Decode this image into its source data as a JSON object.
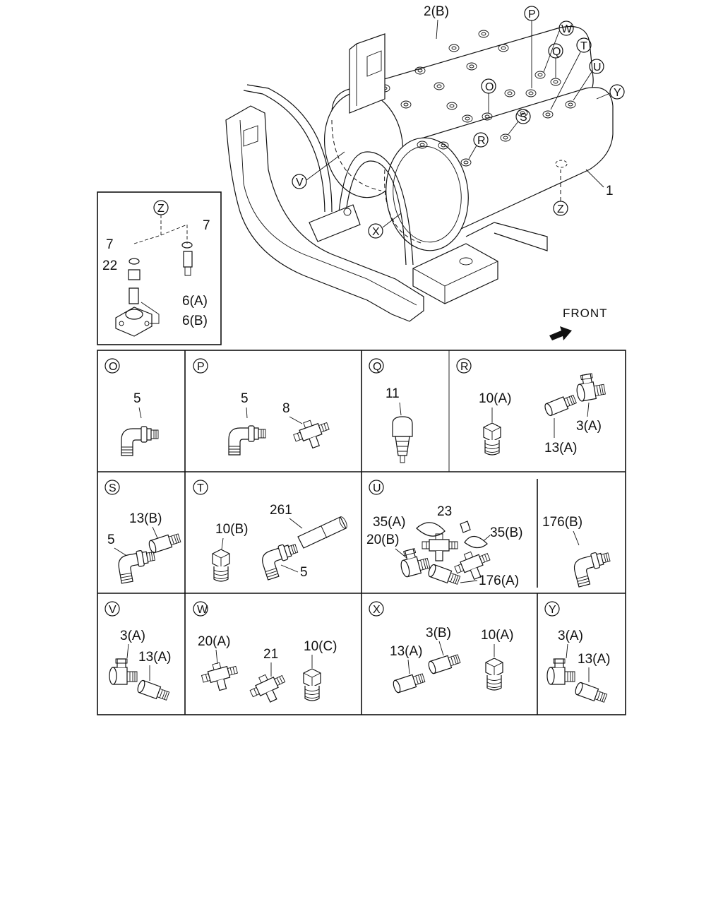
{
  "front_label": "FRONT",
  "main_callouts": {
    "tank_2b": "2(B)",
    "tank_1": "1",
    "P": "P",
    "W": "W",
    "Q": "Q",
    "T": "T",
    "U": "U",
    "Y": "Y",
    "O": "O",
    "S": "S",
    "R": "R",
    "V": "V",
    "X": "X",
    "Z": "Z"
  },
  "inset": {
    "key": "Z",
    "labels": {
      "washer_left": "7",
      "washer_right": "7",
      "nut": "22",
      "valve": "6(A)",
      "base": "6(B)"
    }
  },
  "panels": [
    {
      "key": "O",
      "labels": [
        "5"
      ]
    },
    {
      "key": "P",
      "labels": [
        "5",
        "8"
      ]
    },
    {
      "key": "Q",
      "labels": [
        "11"
      ]
    },
    {
      "key": "R",
      "labels": [
        "10(A)",
        "3(A)",
        "13(A)"
      ]
    },
    {
      "key": "S",
      "labels": [
        "13(B)",
        "5"
      ]
    },
    {
      "key": "T",
      "labels": [
        "261",
        "10(B)",
        "5"
      ]
    },
    {
      "key": "U",
      "labels": [
        "35(A)",
        "23",
        "20(B)",
        "35(B)",
        "176(A)"
      ]
    },
    {
      "key": "U2",
      "labels": [
        "176(B)"
      ]
    },
    {
      "key": "V",
      "labels": [
        "3(A)",
        "13(A)"
      ]
    },
    {
      "key": "W",
      "labels": [
        "20(A)",
        "21",
        "10(C)"
      ]
    },
    {
      "key": "X",
      "labels": [
        "3(B)",
        "13(A)",
        "10(A)"
      ]
    },
    {
      "key": "Y",
      "labels": [
        "3(A)",
        "13(A)"
      ]
    }
  ]
}
